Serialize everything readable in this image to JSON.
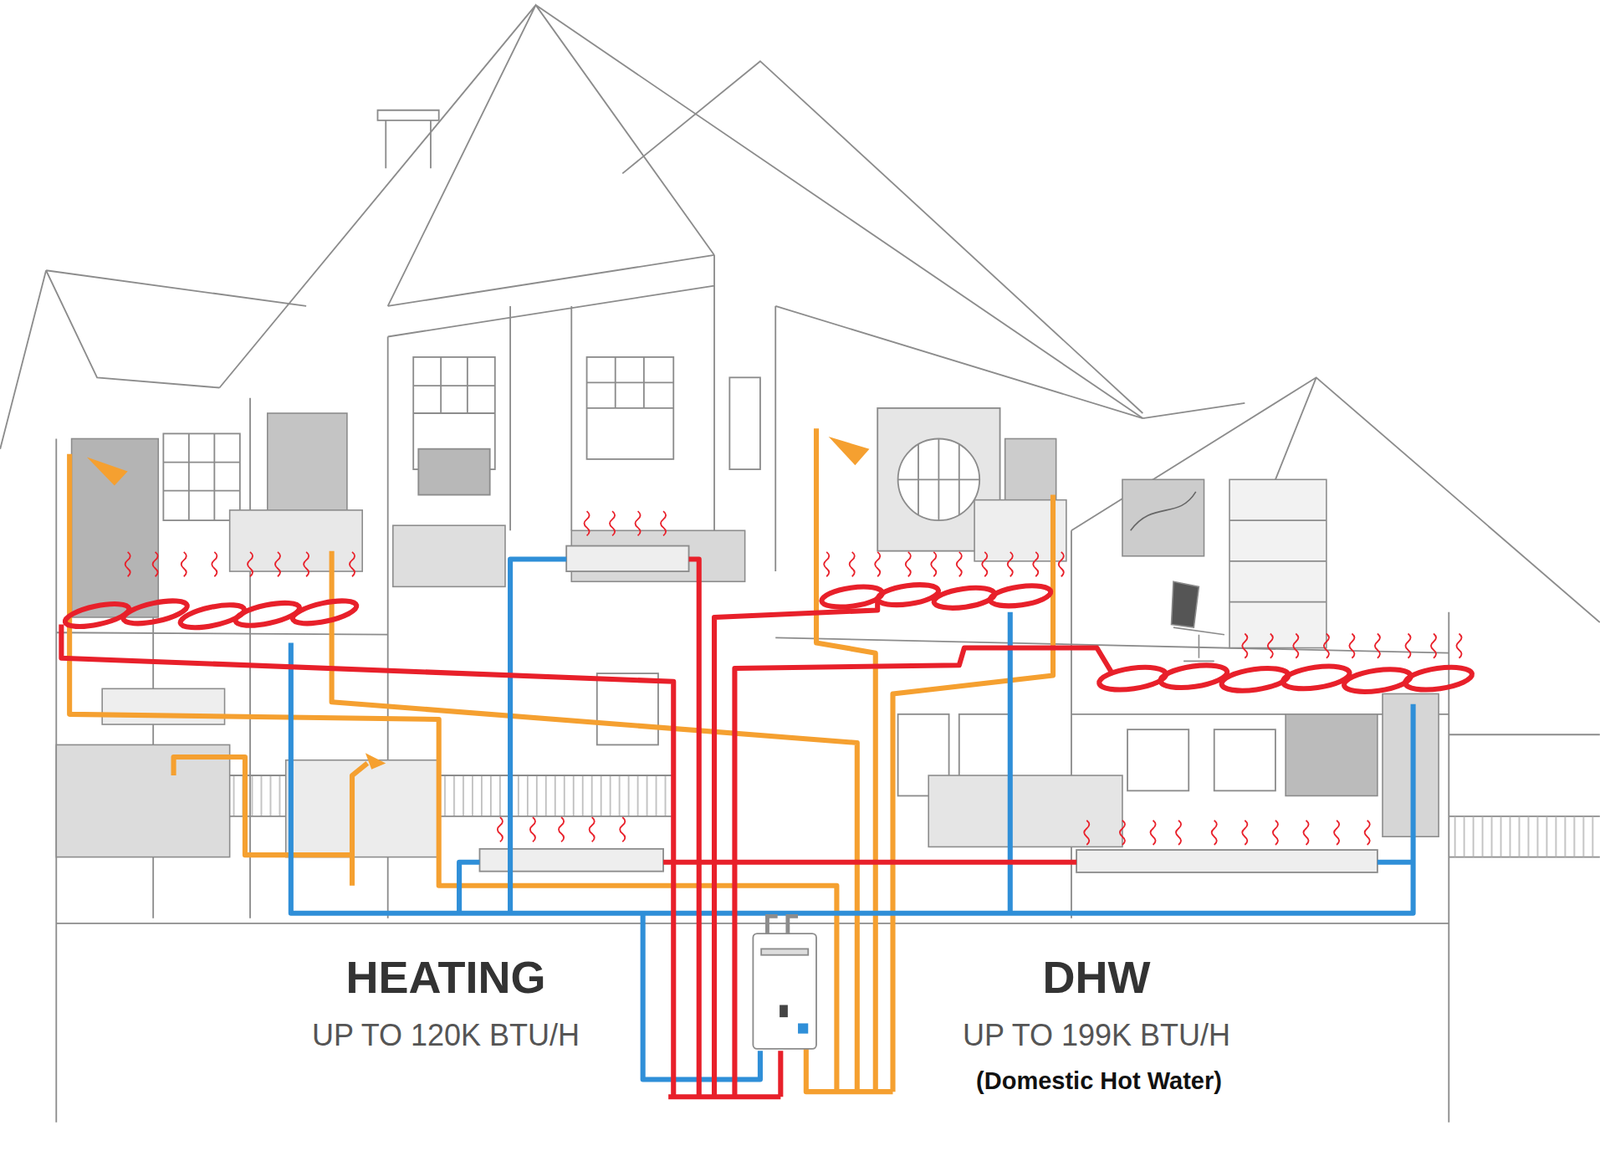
{
  "diagram": {
    "labels": [
      "HEATING",
      "UP TO 120K BTU/H",
      "DHW",
      "UP TO 199K BTU/H",
      "(Domestic Hot Water)"
    ]
  }
}
